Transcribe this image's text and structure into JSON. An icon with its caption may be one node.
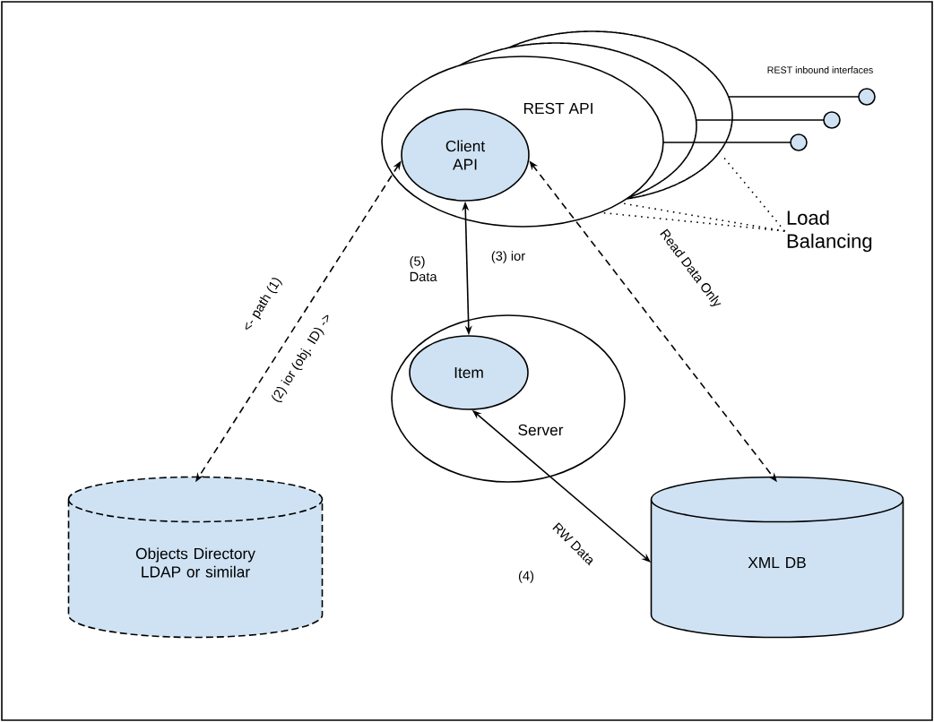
{
  "diagram": {
    "nodes": [
      {
        "text": [
          "REST API"
        ]
      },
      {
        "text": [
          "Client API"
        ],
        "in": 0
      },
      {
        "text": [
          "Load Balancing"
        ]
      },
      {
        "text": [
          "Server"
        ]
      },
      {
        "text": [
          "Item"
        ],
        "in": 3
      },
      {
        "text": [
          "Objects Directory LDAP or similar"
        ]
      },
      {
        "text": [
          "XML DB"
        ]
      }
    ],
    "edges": [
      {
        "from": 1,
        "to": 5,
        "arrow": "both",
        "style": "dashed",
        "label": "<- path (1)"
      },
      {
        "from": 1,
        "to": 4,
        "arrow": "both",
        "label": "(3) ior"
      },
      {
        "from": 4,
        "to": 6,
        "arrow": "both",
        "label": "RW Data"
      },
      {
        "from": 1,
        "to": 6,
        "arrow": "both",
        "style": "dashed",
        "label": "Read Data Only"
      },
      {
        "from": 2,
        "to": null,
        "arrow": "none",
        "style": "dashed"
      },
      {
        "from": 2,
        "to": 0,
        "arrow": "none",
        "style": "dashed"
      },
      {
        "from": 2,
        "to": 0,
        "arrow": "none",
        "style": "dashed"
      }
    ],
    "labels": [
      "REST inbound interfaces",
      "(5) Data",
      "(2) ior (obj. ID) ->",
      "(4)"
    ]
  }
}
